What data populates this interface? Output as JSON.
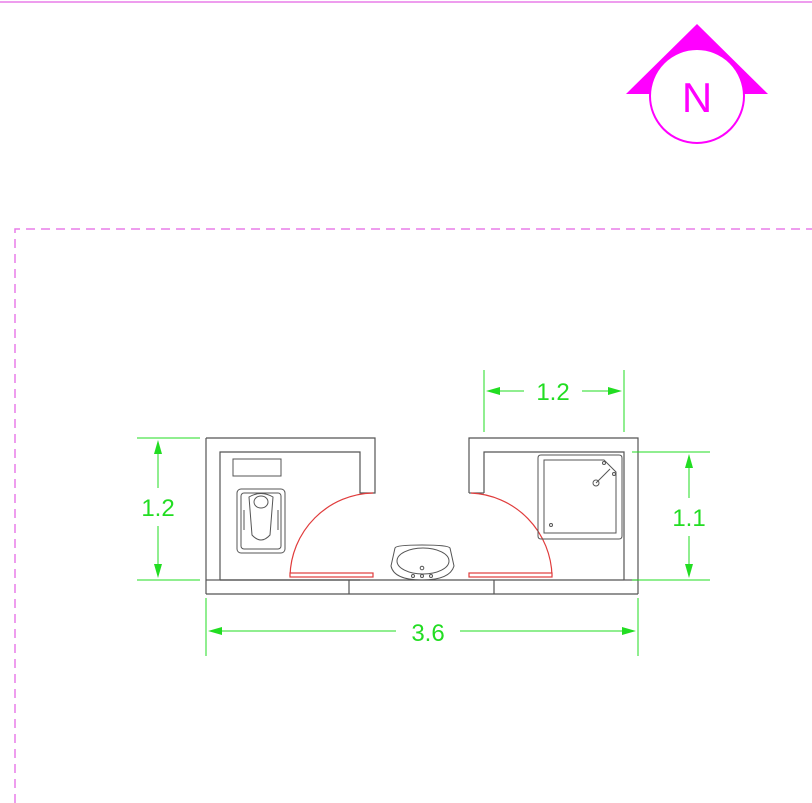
{
  "colors": {
    "background": "#ffffff",
    "dimension": "#22dd22",
    "north": "#ff00ff",
    "border": "#e87de8",
    "walls": "#555555",
    "door_swing": "#e03c3c"
  },
  "north_arrow": {
    "label": "N",
    "icon": "north-arrow-icon"
  },
  "dimensions": {
    "left_height": "1.2",
    "top_width": "1.2",
    "right_height": "1.1",
    "bottom_width": "3.6"
  },
  "fixtures": [
    "squat-toilet-icon",
    "washbasin-icon",
    "shower-tray-icon",
    "door-swing-icon"
  ]
}
